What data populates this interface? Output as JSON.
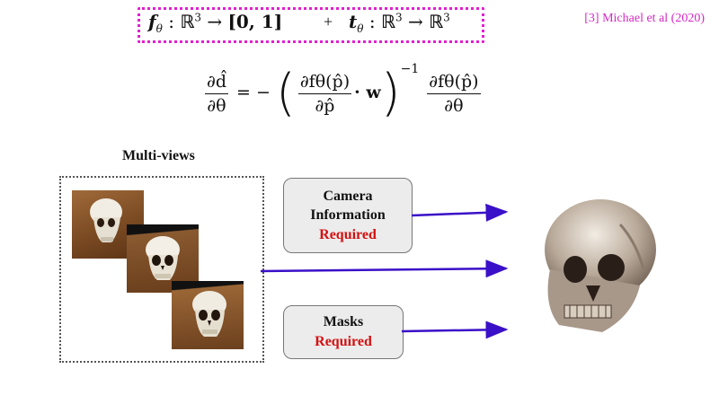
{
  "formula": {
    "f_symbol": "f",
    "f_sub": "θ",
    "f_domain": "ℝ",
    "f_domain_exp": "3",
    "f_codomain": "[0, 1]",
    "plus": "+",
    "t_symbol": "t",
    "t_sub": "θ",
    "t_domain": "ℝ",
    "t_domain_exp": "3",
    "t_codomain": "ℝ",
    "t_codomain_exp": "3"
  },
  "citation": "[3] Michael et al (2020)",
  "equation": {
    "lhs_num": "∂d̂",
    "lhs_den": "∂θ",
    "equals_minus": "= −",
    "inner_num": "∂fθ(p̂)",
    "inner_den": "∂p̂",
    "dot_w": "· w",
    "exponent": "−1",
    "rhs_num": "∂fθ(p̂)",
    "rhs_den": "∂θ"
  },
  "multiviews": {
    "label": "Multi-views"
  },
  "camera_box": {
    "line1": "Camera",
    "line2": "Information",
    "status": "Required"
  },
  "masks_box": {
    "line1": "Masks",
    "status": "Required"
  },
  "colors": {
    "accent_magenta": "#d428c6",
    "arrow_blue": "#3a10c8",
    "required_red": "#d41010"
  }
}
